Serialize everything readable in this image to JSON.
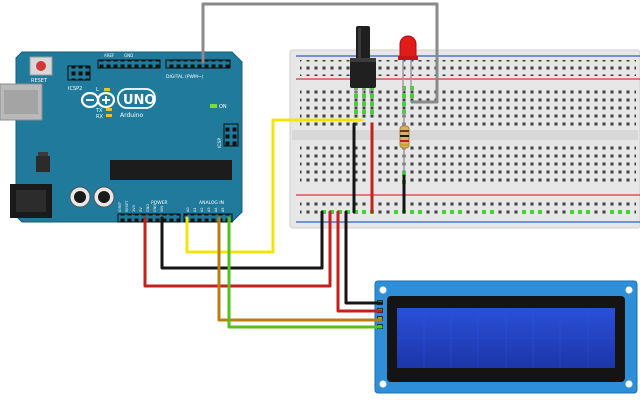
{
  "arduino": {
    "reset_label": "RESET",
    "icsp2_label": "ICSP2",
    "brand": "Arduino",
    "model": "UNO",
    "l_label": "L",
    "tx_label": "TX",
    "rx_label": "RX",
    "on_label": "ON",
    "icsp_label": "ICSP",
    "digital_label": "DIGITAL (PWM~)",
    "aref_label": "AREF",
    "gnd_label": "GND",
    "power_label": "POWER",
    "analog_label": "ANALOG IN",
    "ioref_label": "IOREF",
    "reset_pin_label": "RESET",
    "v33_label": "3V3",
    "v5_label": "5V",
    "vin_label": "VIN",
    "a0_label": "A0",
    "a1_label": "A1",
    "a2_label": "A2",
    "a3_label": "A3",
    "a4_label": "A4",
    "a5_label": "A5"
  },
  "colors": {
    "board": "#1f7a9c",
    "breadboard": "#e7e7e7",
    "lcd_pcb": "#2e8fd8",
    "lcd_screen": "#2746c8",
    "wire_gray": "#8a8a8a",
    "wire_yellow": "#f3e40c",
    "wire_black": "#151515",
    "wire_red": "#c4201c",
    "wire_orange": "#b97d10",
    "wire_green": "#55c21b",
    "led": "#e21b1b",
    "rail_red": "#d63a3a",
    "rail_blue": "#2f5fc7"
  },
  "icons": [
    "usb-port",
    "power-jack",
    "capacitor",
    "potentiometer",
    "led",
    "resistor",
    "lcd-display"
  ]
}
